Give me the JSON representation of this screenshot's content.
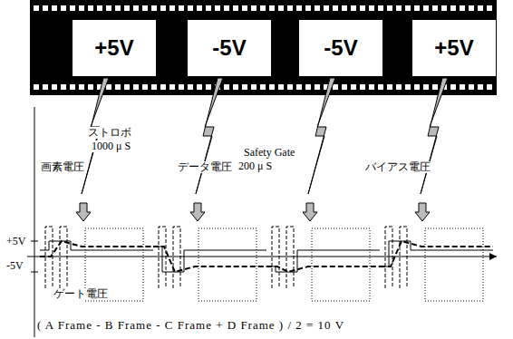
{
  "diagram": {
    "nodes": [
      {
        "text": [
          "+5V"
        ]
      },
      {
        "text": [
          "-5V"
        ]
      },
      {
        "text": [
          "-5V"
        ]
      },
      {
        "text": [
          "+5V"
        ]
      }
    ],
    "labels": [
      "ストロボ",
      "1000 μ S",
      "画素電圧",
      "データ電圧",
      "Safety Gate",
      "200 μ S",
      "バイアス電圧",
      "+5V",
      "-5V",
      "ゲート電圧",
      "( A Frame - B Frame - C Frame + D Frame ) / 2 = 10 V"
    ]
  }
}
